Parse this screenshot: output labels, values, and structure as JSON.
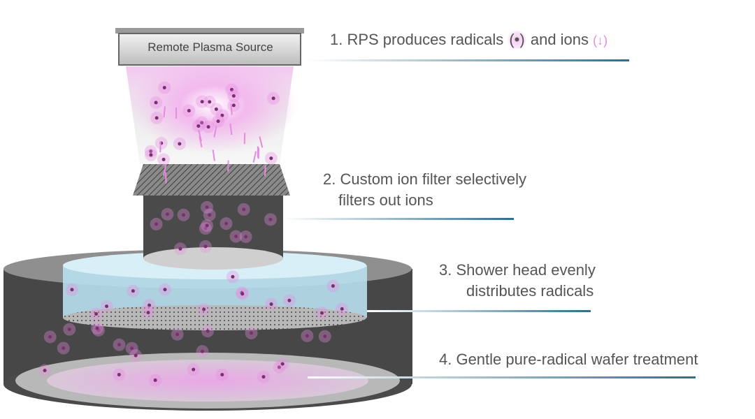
{
  "source_box": {
    "label": "Remote Plasma Source"
  },
  "steps": [
    {
      "text": "1. RPS produces radicals",
      "radical_symbol": "(•)",
      "middle": "and ions",
      "ion_symbol": "(↓)"
    },
    {
      "line1": "2. Custom ion filter selectively",
      "line2": "filters out ions"
    },
    {
      "line1": "3.  Shower head evenly",
      "line2": "distributes radicals"
    },
    {
      "text": "4.  Gentle pure-radical wafer treatment"
    }
  ],
  "colors": {
    "plasma": "#e58be0",
    "radical": "#7a2f6f",
    "leader_line": "#2d6f8e",
    "showerhead": "#b9e0f0",
    "chamber": "#4a4a4a"
  }
}
